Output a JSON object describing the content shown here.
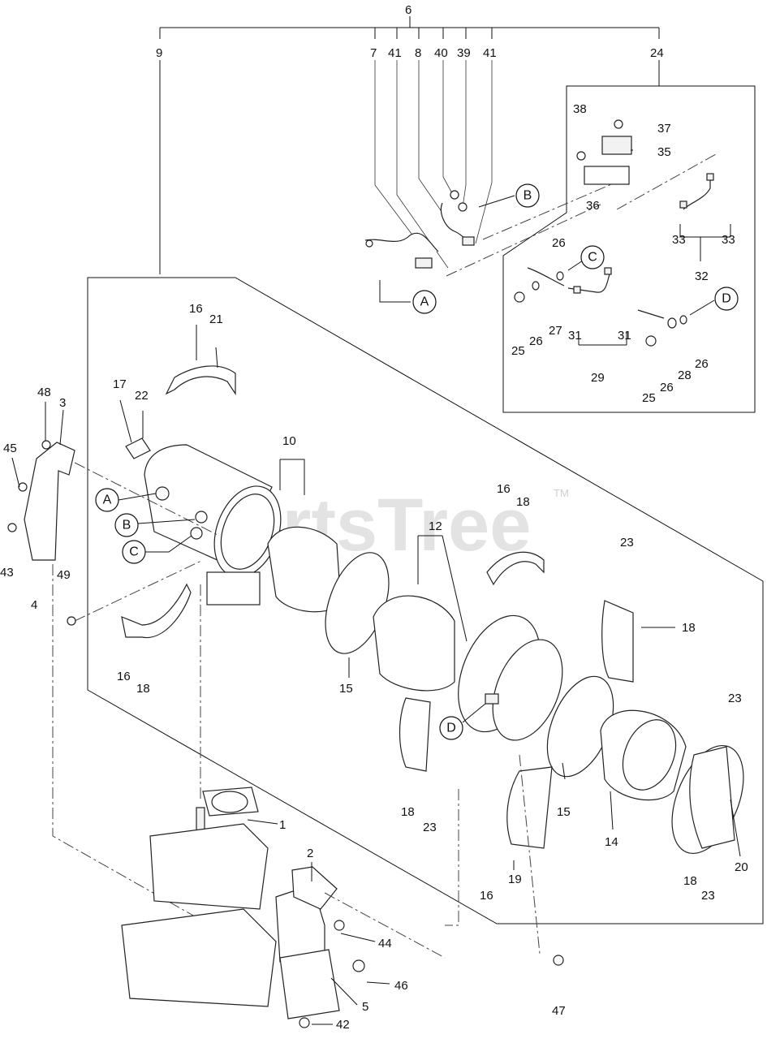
{
  "watermark": {
    "text": "PartsTree",
    "tm": "TM"
  },
  "callouts": [
    "A",
    "B",
    "C",
    "D"
  ],
  "part_numbers": {
    "p1": "1",
    "p2": "2",
    "p3": "3",
    "p4": "4",
    "p5": "5",
    "p6": "6",
    "p7": "7",
    "p8": "8",
    "p9": "9",
    "p10": "10",
    "p12": "12",
    "p14": "14",
    "p15": "15",
    "p16": "16",
    "p17": "17",
    "p18": "18",
    "p19": "19",
    "p20": "20",
    "p21": "21",
    "p22": "22",
    "p23": "23",
    "p24": "24",
    "p25": "25",
    "p26": "26",
    "p27": "27",
    "p28": "28",
    "p29": "29",
    "p31": "31",
    "p32": "32",
    "p33": "33",
    "p35": "35",
    "p36": "36",
    "p37": "37",
    "p38": "38",
    "p39": "39",
    "p40": "40",
    "p41": "41",
    "p42": "42",
    "p43": "43",
    "p44": "44",
    "p45": "45",
    "p46": "46",
    "p47": "47",
    "p48": "48",
    "p49": "49"
  }
}
